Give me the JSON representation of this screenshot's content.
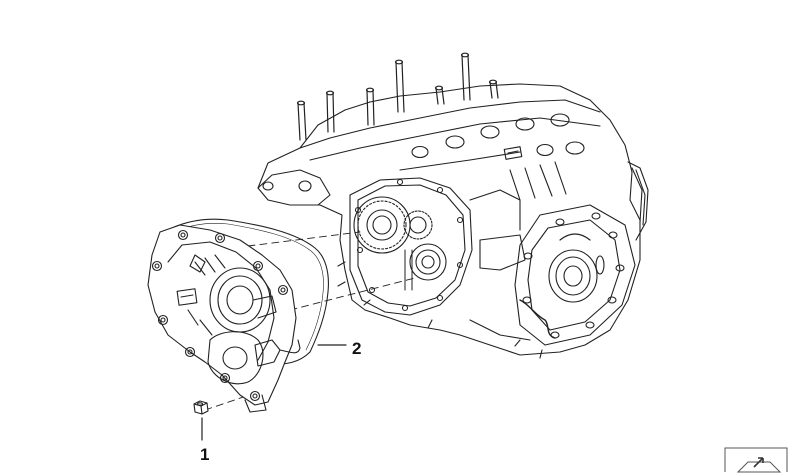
{
  "callouts": [
    {
      "number": "1",
      "part": "nut"
    },
    {
      "number": "2",
      "part": "gasket"
    }
  ],
  "corner_icon": "page-turn-icon",
  "colors": {
    "line": "#222222",
    "background": "#ffffff"
  }
}
